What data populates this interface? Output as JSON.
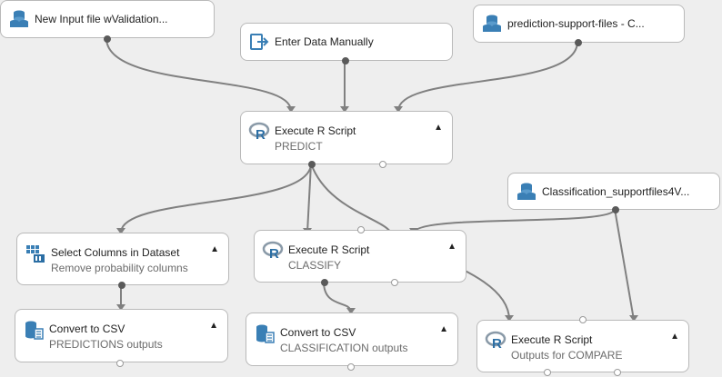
{
  "colors": {
    "canvas": "#eeeeee",
    "edge": "#808080",
    "icon_blue": "#3a7fb5",
    "r_blue": "#2b6ea4"
  },
  "nodes": {
    "input_file": {
      "title": "New Input file wValidation...",
      "icon": "dataset-icon"
    },
    "enter_data": {
      "title": "Enter Data Manually",
      "icon": "enter-data-icon"
    },
    "prediction_support": {
      "title": "prediction-support-files - C...",
      "icon": "dataset-icon"
    },
    "predict": {
      "title": "Execute R Script",
      "subtitle": "PREDICT",
      "icon": "r-script-icon"
    },
    "classification_support": {
      "title": "Classification_supportfiles4V...",
      "icon": "dataset-icon"
    },
    "select_columns": {
      "title": "Select Columns in Dataset",
      "subtitle": "Remove probability columns",
      "icon": "select-columns-icon"
    },
    "classify": {
      "title": "Execute R Script",
      "subtitle": "CLASSIFY",
      "icon": "r-script-icon"
    },
    "convert_predictions": {
      "title": "Convert to CSV",
      "subtitle": "PREDICTIONS outputs",
      "icon": "convert-csv-icon"
    },
    "convert_classification": {
      "title": "Convert to CSV",
      "subtitle": "CLASSIFICATION outputs",
      "icon": "convert-csv-icon"
    },
    "compare": {
      "title": "Execute R Script",
      "subtitle": "Outputs for COMPARE",
      "icon": "r-script-icon"
    }
  }
}
